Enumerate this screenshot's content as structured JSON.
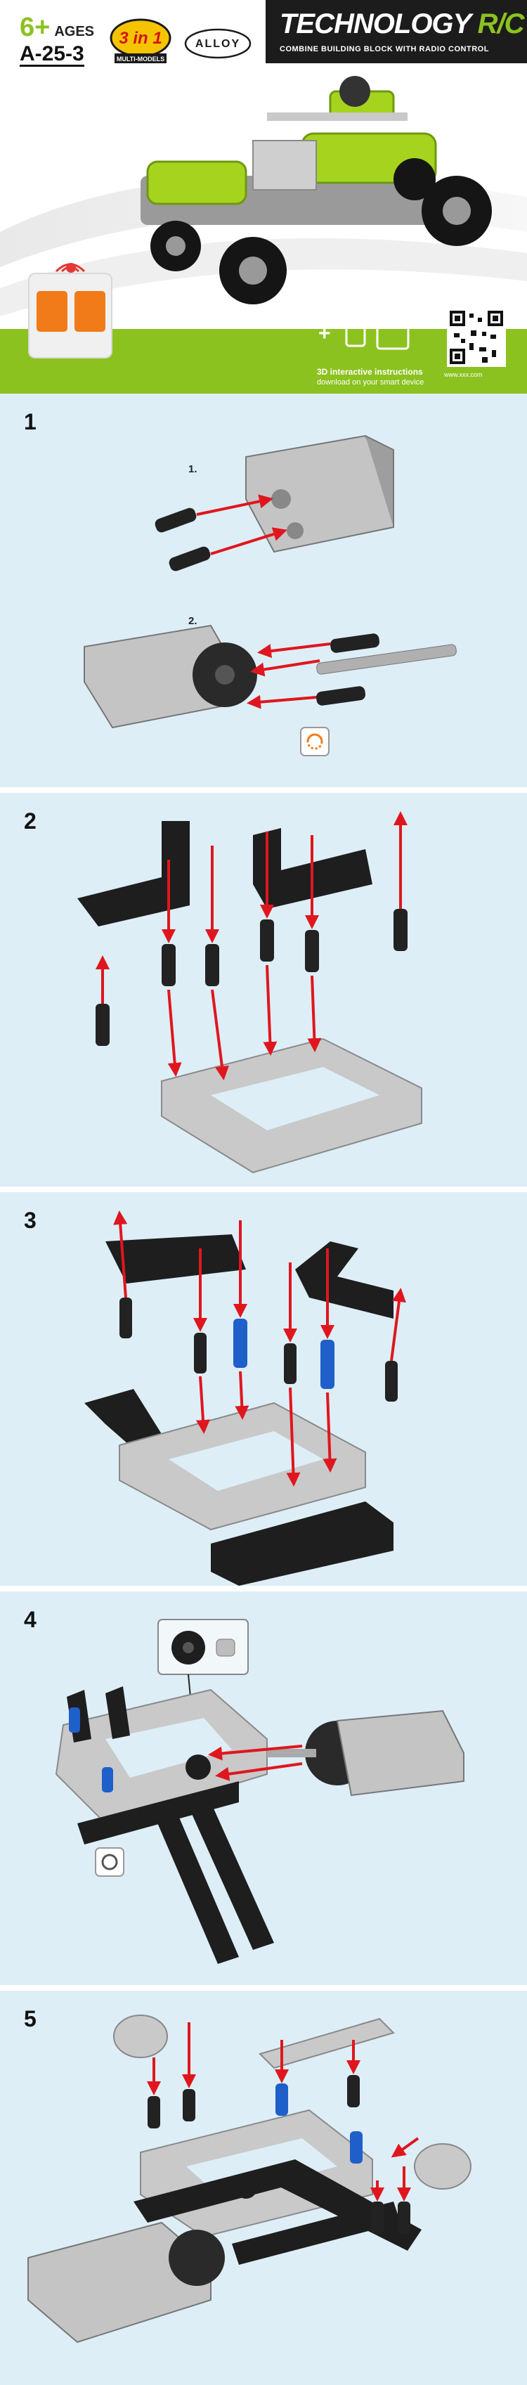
{
  "header": {
    "age_number": "6+",
    "age_word": "AGES",
    "model_code": "A-25-3",
    "logo_3in1": "3 in 1",
    "logo_3in1_sub": "MULTI-MODELS",
    "logo_alloy": "ALLOY",
    "brand_title": "TECHNOLOGY",
    "brand_rc": "R/C",
    "brand_subtitle": "COMBINE BUILDING BLOCK WITH RADIO CONTROL",
    "app_title": "3D interactive instructions",
    "app_subtitle": "download on your smart device",
    "qr_url": "www.xxx.com"
  },
  "colors": {
    "accent": "#8cc21f",
    "step_bg": "#ddeef7",
    "arrow": "#e0161e",
    "dark_part": "#1e1e1e",
    "light_part": "#bdbdbd",
    "blue_pin": "#1f5fc9"
  },
  "steps": [
    {
      "number": "1",
      "sub_labels": [
        "1.",
        "2."
      ]
    },
    {
      "number": "2"
    },
    {
      "number": "3"
    },
    {
      "number": "4"
    },
    {
      "number": "5"
    }
  ],
  "icons": [
    "rotate-model-icon",
    "phone-icon",
    "tablet-icon",
    "wifi-icon",
    "qr-code-icon"
  ]
}
